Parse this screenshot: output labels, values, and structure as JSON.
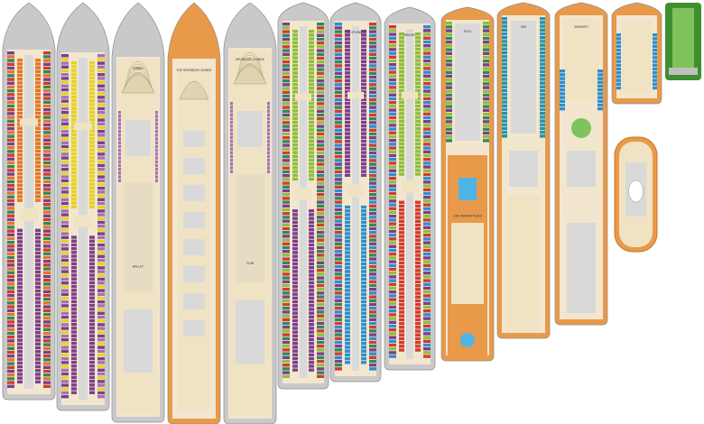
{
  "title": "",
  "colors": {
    "hull": "#c9c9c9",
    "hull_edge": "#8c8c8c",
    "floor": "#f2e6cf",
    "public_wood": "#e89a4a",
    "public_wood_dark": "#c7752a",
    "interior_cream": "#efe3c3",
    "interior_gray": "#d9d9d9",
    "cabin_purple": "#7b3f8f",
    "cabin_purple_light": "#a66fb8",
    "cabin_red": "#d23b33",
    "cabin_orange": "#e4762a",
    "cabin_yellow": "#e4d422",
    "cabin_green": "#2e8b57",
    "cabin_lime": "#8fbf3a",
    "cabin_blue": "#2c8fd0",
    "cabin_teal": "#1c9a8f",
    "pool_blue": "#4fb3e6",
    "deck_green": "#3f8f2f",
    "deck_green_light": "#7fc35a",
    "dark": "#333333"
  },
  "decks": [
    {
      "key": "deck-1",
      "labels": []
    },
    {
      "key": "deck-2",
      "labels": []
    },
    {
      "key": "deck-3",
      "labels": [
        "DINING",
        "BALLET"
      ]
    },
    {
      "key": "deck-4",
      "labels": [
        "THE SPLENDOR LOUNGE"
      ]
    },
    {
      "key": "deck-5",
      "labels": [
        "SPLENDOR LOUNGE",
        "CLUB"
      ]
    },
    {
      "key": "deck-6",
      "labels": []
    },
    {
      "key": "deck-7",
      "labels": [
        "THE SPLENDOR"
      ]
    },
    {
      "key": "deck-8",
      "labels": [
        "BRIDGE"
      ]
    },
    {
      "key": "deck-9",
      "labels": [
        "POOL",
        "LIDO MARKETPLACE"
      ]
    },
    {
      "key": "deck-10",
      "labels": [
        "SPA"
      ]
    },
    {
      "key": "deck-11",
      "labels": [
        "SERENITY"
      ]
    },
    {
      "key": "deck-12",
      "labels": []
    },
    {
      "key": "deck-13",
      "labels": []
    },
    {
      "key": "deck-14",
      "labels": []
    }
  ]
}
